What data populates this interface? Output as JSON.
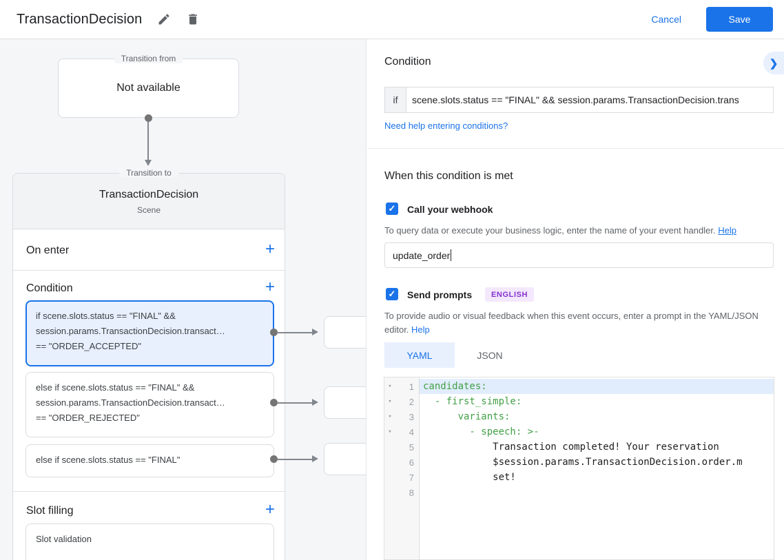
{
  "icons": {
    "add": "+",
    "chevron_right": "❯",
    "fold": "▾",
    "check": "✓"
  },
  "header": {
    "title": "TransactionDecision",
    "cancel_label": "Cancel",
    "save_label": "Save"
  },
  "flow": {
    "transition_from": {
      "legend": "Transition from",
      "content": "Not available"
    },
    "transition_to": {
      "legend": "Transition to",
      "title": "TransactionDecision",
      "subtitle": "Scene"
    },
    "on_enter": {
      "label": "On enter"
    },
    "condition": {
      "label": "Condition",
      "cards": [
        {
          "lines": [
            "if scene.slots.status == \"FINAL\" &&",
            "session.params.TransactionDecision.transact…",
            "== \"ORDER_ACCEPTED\""
          ],
          "selected": true
        },
        {
          "lines": [
            "else if scene.slots.status == \"FINAL\" &&",
            "session.params.TransactionDecision.transact…",
            "== \"ORDER_REJECTED\""
          ],
          "selected": false
        },
        {
          "lines": [
            "else if scene.slots.status == \"FINAL\""
          ],
          "selected": false
        }
      ]
    },
    "slot_filling": {
      "label": "Slot filling",
      "card": "Slot validation"
    }
  },
  "panel": {
    "condition": {
      "title": "Condition",
      "if_label": "if",
      "expression": "scene.slots.status == \"FINAL\" && session.params.TransactionDecision.trans",
      "help_link": "Need help entering conditions?"
    },
    "when_met": {
      "title": "When this condition is met",
      "webhook": {
        "label": "Call your webhook",
        "checked": true,
        "helper": "To query data or execute your business logic, enter the name of your event handler.",
        "helper_link": "Help",
        "value": "update_order"
      },
      "prompts": {
        "label": "Send prompts",
        "checked": true,
        "badge": "ENGLISH",
        "helper": "To provide audio or visual feedback when this event occurs, enter a prompt in the YAML/JSON editor.",
        "helper_link": "Help",
        "tabs": [
          {
            "label": "YAML",
            "active": true
          },
          {
            "label": "JSON",
            "active": false
          }
        ],
        "editor": {
          "lines": [
            {
              "num": "1",
              "text": "candidates:"
            },
            {
              "num": "2",
              "text": "  - first_simple:"
            },
            {
              "num": "3",
              "text": "      variants:"
            },
            {
              "num": "4",
              "text": "        - speech: >-"
            },
            {
              "num": "5",
              "text": "            Transaction completed! Your reservation"
            },
            {
              "num": "6",
              "text": "            $session.params.TransactionDecision.order.m"
            },
            {
              "num": "7",
              "text": "            set!"
            },
            {
              "num": "8",
              "text": ""
            }
          ]
        }
      }
    }
  },
  "colors": {
    "accent_blue": "#1a73e8",
    "selected_card_bg": "#e8f0fe",
    "canvas_bg": "#f4f6f8",
    "badge_bg": "#f3e8fd",
    "badge_text": "#8430ce",
    "yaml_key_green": "#43a047",
    "active_line_bg": "#e1edfc"
  }
}
